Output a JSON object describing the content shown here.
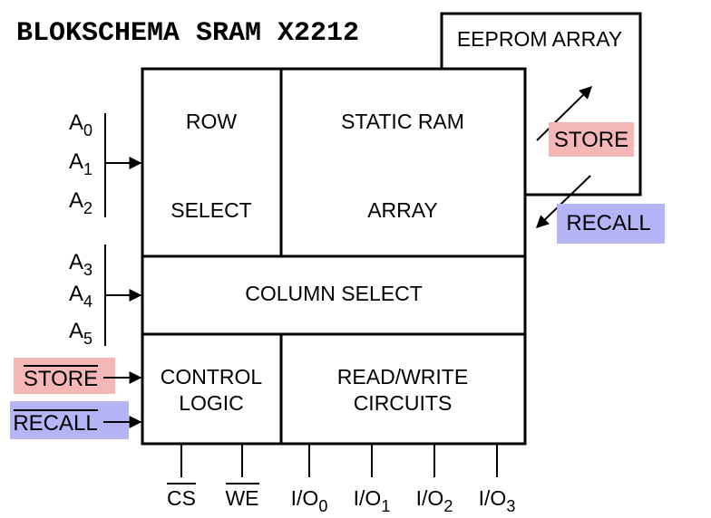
{
  "title": "BLOKSCHEMA SRAM X2212",
  "blocks": {
    "eeprom": "EEPROM ARRAY",
    "row_top": "ROW",
    "row_bottom": "SELECT",
    "sram_top": "STATIC RAM",
    "sram_bottom": "ARRAY",
    "column": "COLUMN SELECT",
    "control_top": "CONTROL",
    "control_bottom": "LOGIC",
    "rw_top": "READ/WRITE",
    "rw_bottom": "CIRCUITS"
  },
  "signals": {
    "store": "STORE",
    "recall": "RECALL",
    "store_input": "STORE",
    "recall_input": "RECALL"
  },
  "address": [
    {
      "letter": "A",
      "index": "0"
    },
    {
      "letter": "A",
      "index": "1"
    },
    {
      "letter": "A",
      "index": "2"
    },
    {
      "letter": "A",
      "index": "3"
    },
    {
      "letter": "A",
      "index": "4"
    },
    {
      "letter": "A",
      "index": "5"
    }
  ],
  "pins": {
    "cs": "CS",
    "we": "WE",
    "io": [
      {
        "letter": "I/O",
        "index": "0"
      },
      {
        "letter": "I/O",
        "index": "1"
      },
      {
        "letter": "I/O",
        "index": "2"
      },
      {
        "letter": "I/O",
        "index": "3"
      }
    ]
  },
  "colors": {
    "store_bg": "#f4b6b6",
    "recall_bg": "#b4b4f6",
    "recall_text": "#1a1a66"
  }
}
